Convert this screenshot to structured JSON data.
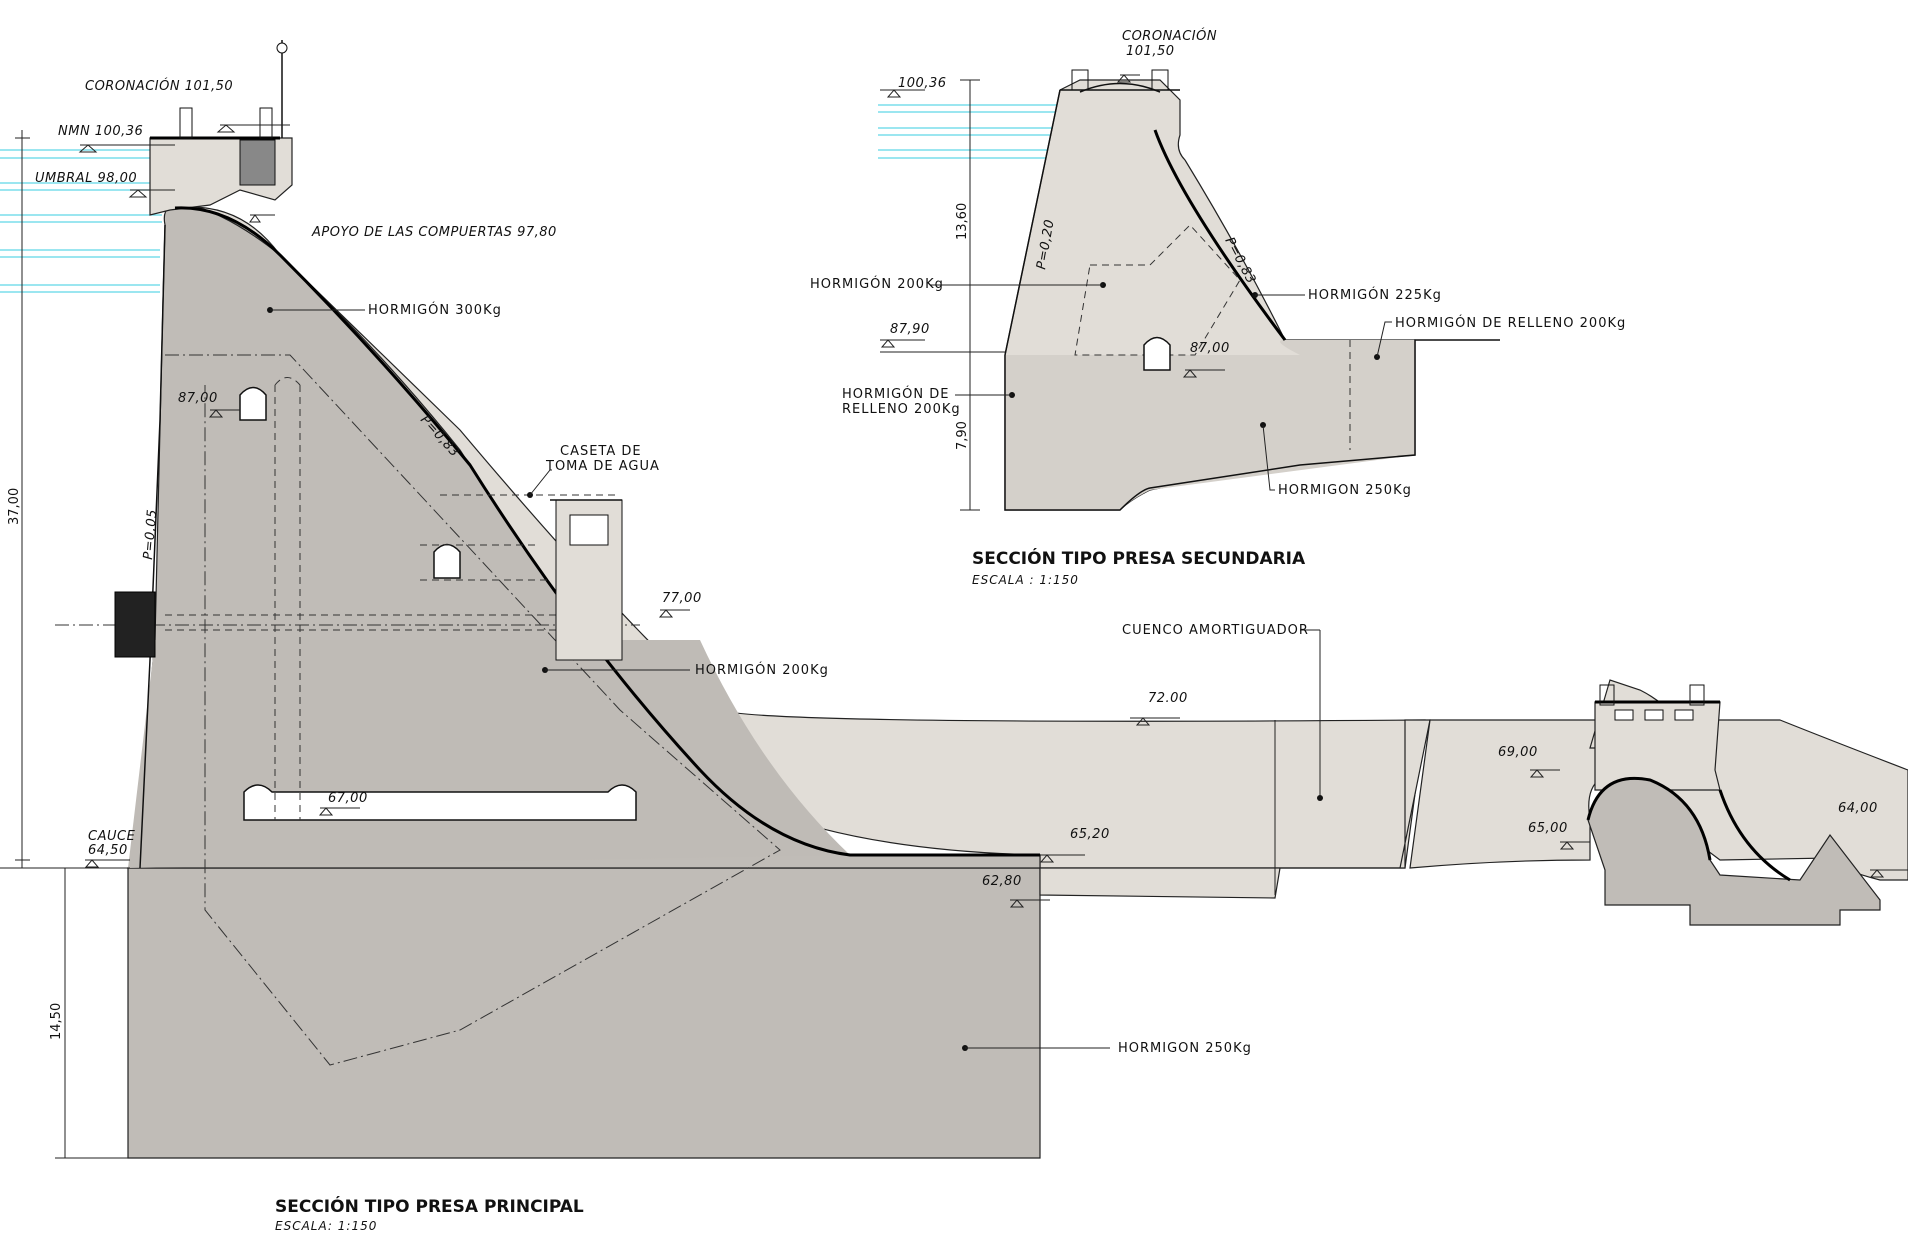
{
  "main_section": {
    "title": "SECCIÓN TIPO PRESA PRINCIPAL",
    "scale": "ESCALA: 1:150",
    "levels": {
      "coronacion": "CORONACIÓN 101,50",
      "nmn": "NMN 100,36",
      "umbral": "UMBRAL 98,00",
      "apoyo": "APOYO DE LAS COMPUERTAS 97,80",
      "gallery_upper": "87,00",
      "intake": "77,00",
      "gallery_lower": "67,00",
      "cauce": "CAUCE",
      "cauce_value": "64,50",
      "apron": "72.00",
      "toe": "65,20",
      "foundation": "62,80"
    },
    "materials": {
      "h300": "HORMIGÓN 300Kg",
      "h200": "HORMIGÓN 200Kg",
      "h250": "HORMIGON 250Kg"
    },
    "caseta_line1": "CASETA DE",
    "caseta_line2": "TOMA DE AGUA",
    "slopes": {
      "upstream": "P=0,05",
      "downstream": "P=0,83"
    },
    "dimensions": {
      "height": "37,00",
      "foundation_depth": "14,50"
    }
  },
  "basin": {
    "label": "CUENCO AMORTIGUADOR",
    "level_69": "69,00",
    "level_65": "65,00",
    "level_64": "64,00"
  },
  "secondary_section": {
    "title": "SECCIÓN TIPO PRESA SECUNDARIA",
    "scale": "ESCALA : 1:150",
    "coronacion_label": "CORONACIÓN",
    "coronacion_value": "101,50",
    "level_water": "100,36",
    "level_base": "87,90",
    "level_gallery": "87,00",
    "slopes": {
      "upstream": "P=0,20",
      "downstream": "P=0,83"
    },
    "materials": {
      "h200": "HORMIGÓN 200Kg",
      "h225": "HORMIGÓN 225Kg",
      "relleno_right": "HORMIGÓN DE RELLENO 200Kg",
      "relleno_left_1": "HORMIGÓN DE",
      "relleno_left_2": "RELLENO 200Kg",
      "h250": "HORMIGON 250Kg"
    },
    "dimensions": {
      "upper": "13,60",
      "lower": "7,90"
    }
  }
}
